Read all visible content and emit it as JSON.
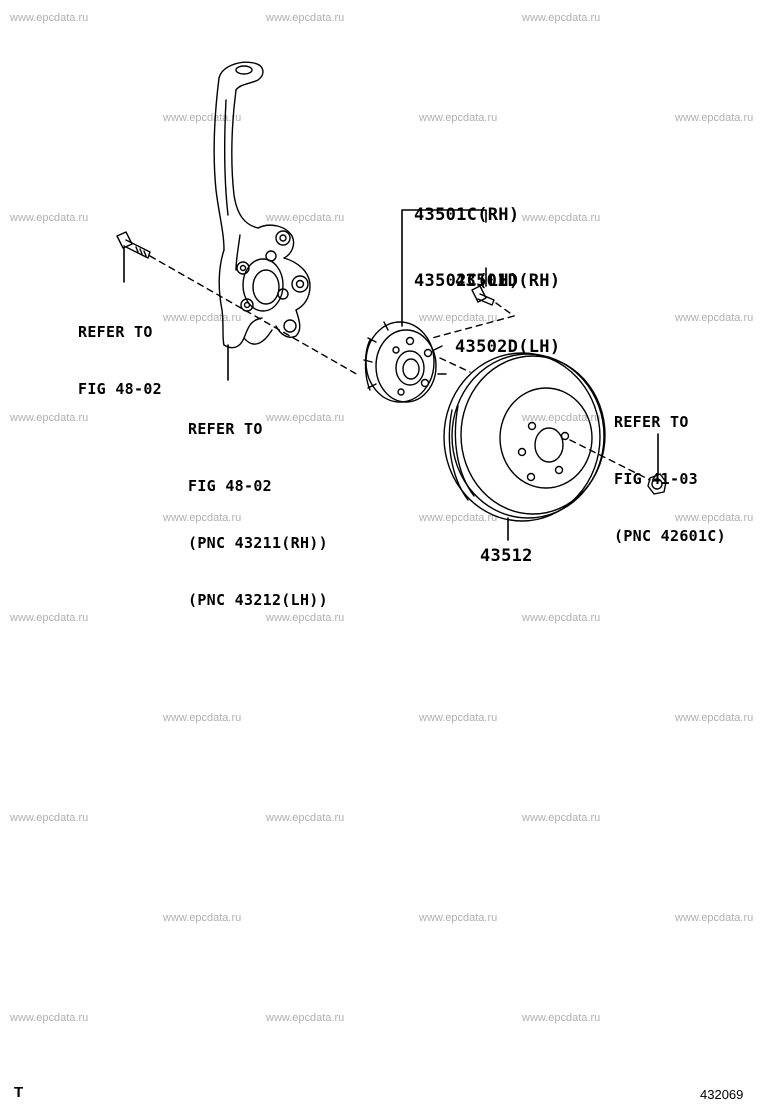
{
  "watermark": "www.epcdata.ru",
  "labels": {
    "hub_assembly": [
      "43501C(RH)",
      "43502C(LH)"
    ],
    "hub_bolt": [
      "43501D(RH)",
      "43502D(LH)"
    ],
    "bolt_ref": [
      "REFER TO",
      "FIG 48-02"
    ],
    "knuckle_ref": [
      "REFER TO",
      "FIG 48-02",
      "(PNC 43211(RH))",
      "(PNC 43212(LH))"
    ],
    "nut_ref": [
      "REFER TO",
      "FIG 41-03",
      "(PNC 42601C)"
    ],
    "disc": "43512"
  },
  "footer": {
    "left_code": "T",
    "illustration_number": "432069"
  }
}
